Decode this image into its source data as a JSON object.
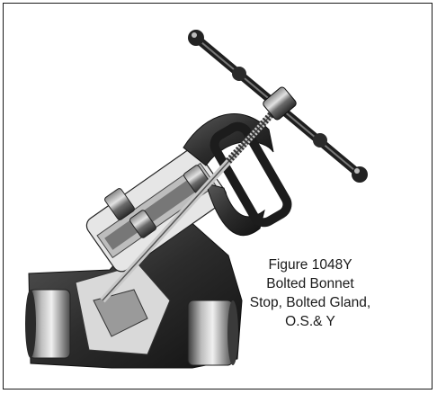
{
  "figure": {
    "subject": "valve-cutaway-illustration",
    "caption_lines": [
      "Figure 1048Y",
      "Bolted Bonnet",
      "Stop, Bolted Gland,",
      "O.S.& Y"
    ]
  },
  "colors": {
    "frame_border": "#1a1a1a",
    "metal_dark": "#2a2a2a",
    "metal_mid": "#6e6e6e",
    "metal_light": "#c9c9c9",
    "cutaway": "#e6e6e6"
  }
}
